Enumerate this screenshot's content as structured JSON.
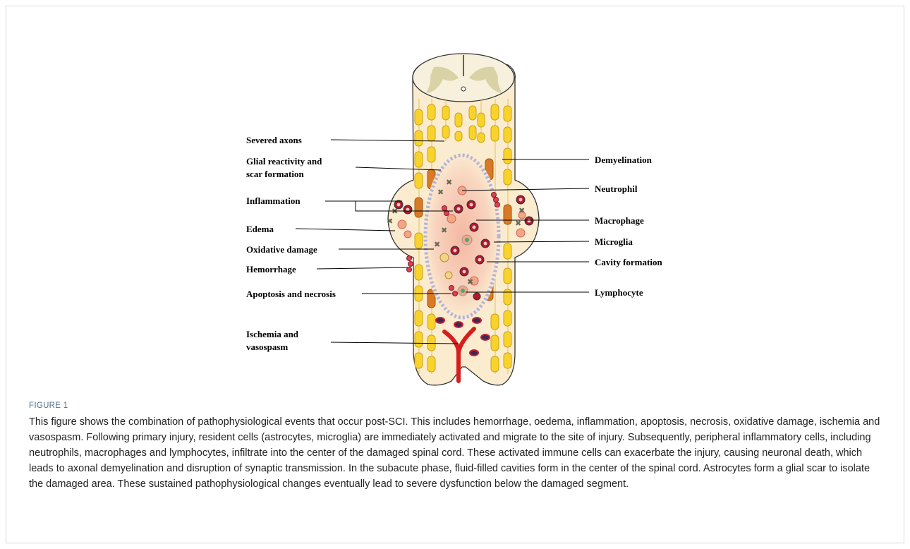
{
  "labels": {
    "severed_axons": "Severed axons",
    "glial_1": "Glial reactivity and",
    "glial_2": "scar formation",
    "inflammation": "Inflammation",
    "edema": "Edema",
    "oxidative": "Oxidative damage",
    "hemorrhage": "Hemorrhage",
    "apoptosis": "Apoptosis and necrosis",
    "ischemia_1": "Ischemia and",
    "ischemia_2": "vasospasm",
    "demyelination": "Demyelination",
    "neutrophil": "Neutrophil",
    "macrophage": "Macrophage",
    "microglia": "Microglia",
    "cavity": "Cavity formation",
    "lymphocyte": "Lymphocyte"
  },
  "caption": {
    "title": "FIGURE 1",
    "text": "This figure shows the combination of pathophysiological events that occur post-SCI. This includes hemorrhage, oedema, inflammation, apoptosis, necrosis, oxidative damage, ischemia and vasospasm. Following primary injury, resident cells (astrocytes, microglia) are immediately activated and migrate to the site of injury. Subsequently, peripheral inflammatory cells, including neutrophils, macrophages and lymphocytes, infiltrate into the center of the damaged spinal cord. These activated immune cells can exacerbate the injury, causing neuronal death, which leads to axonal demyelination and disruption of synaptic transmission. In the subacute phase, fluid-filled cavities form in the center of the spinal cord. Astrocytes form a glial scar to isolate the damaged area. These sustained pathophysiological changes eventually lead to severe dysfunction below the damaged segment."
  },
  "colors": {
    "cord_fill": "#fbeccf",
    "cord_top": "#f7f0dc",
    "grey_matter": "#d8d2a6",
    "axon": "#f9d32b",
    "axon_damaged": "#d97a26",
    "lesion": "#f6c9b0",
    "neutrophil": "#c21f35",
    "vessel": "#d71e1e"
  }
}
